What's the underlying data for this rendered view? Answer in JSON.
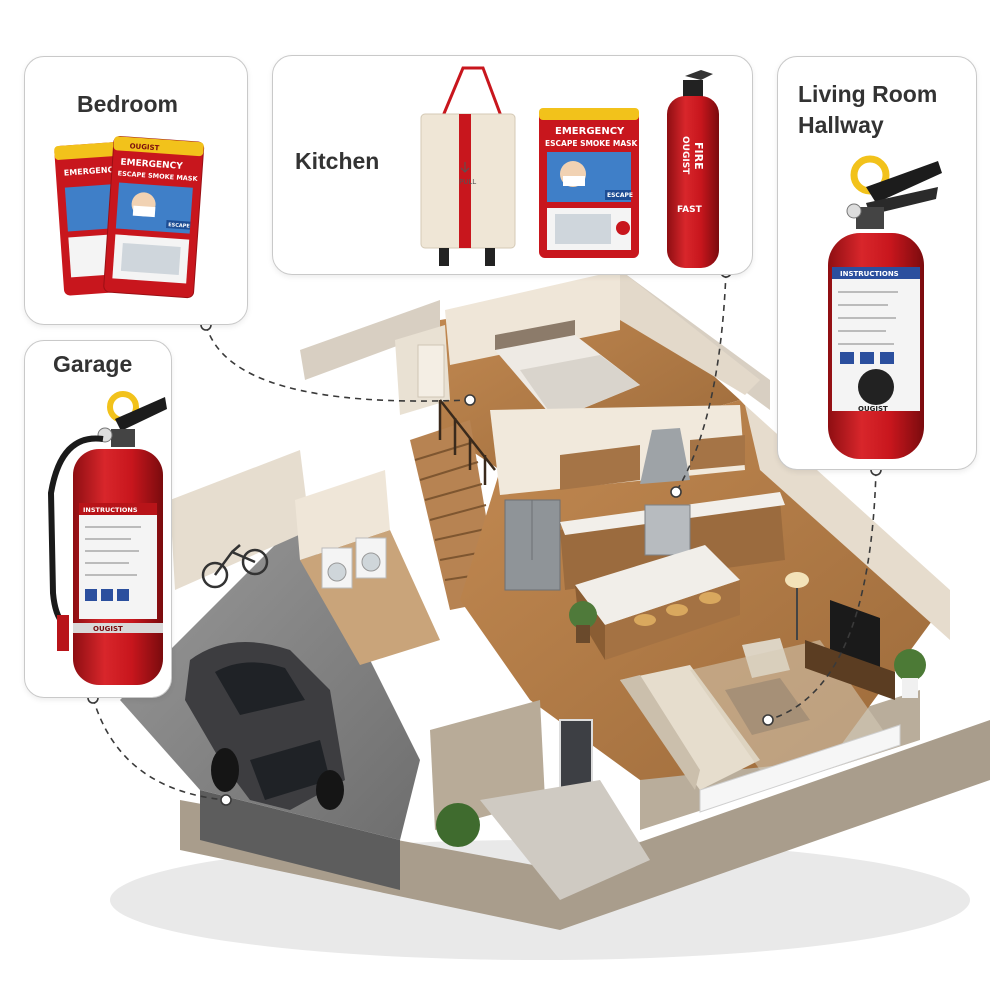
{
  "locations": {
    "bedroom": {
      "title": "Bedroom"
    },
    "kitchen": {
      "title": "Kitchen"
    },
    "living_room": {
      "title_line1": "Living Room",
      "title_line2": "Hallway"
    },
    "garage": {
      "title": "Garage"
    }
  },
  "products": {
    "brand": "OUGIST",
    "smoke_mask": {
      "headline_1": "EMERGENCY",
      "headline_2": "ESCAPE SMOKE MASK",
      "tag": "ESCAPE"
    },
    "fire_blanket": {
      "pull_label": "PULL"
    },
    "spray_extinguisher": {
      "label": "FIRE",
      "sub_label": "FAST"
    },
    "extinguisher": {
      "instructions_label": "INSTRUCTIONS"
    }
  },
  "colors": {
    "product_red": "#c8161d",
    "product_dark_red": "#8e0e12",
    "card_border": "#c9c9c9",
    "title_text": "#333333",
    "wood_floor": "#b07a45",
    "wall": "#efe6d8",
    "concrete": "#8b8b8b"
  }
}
